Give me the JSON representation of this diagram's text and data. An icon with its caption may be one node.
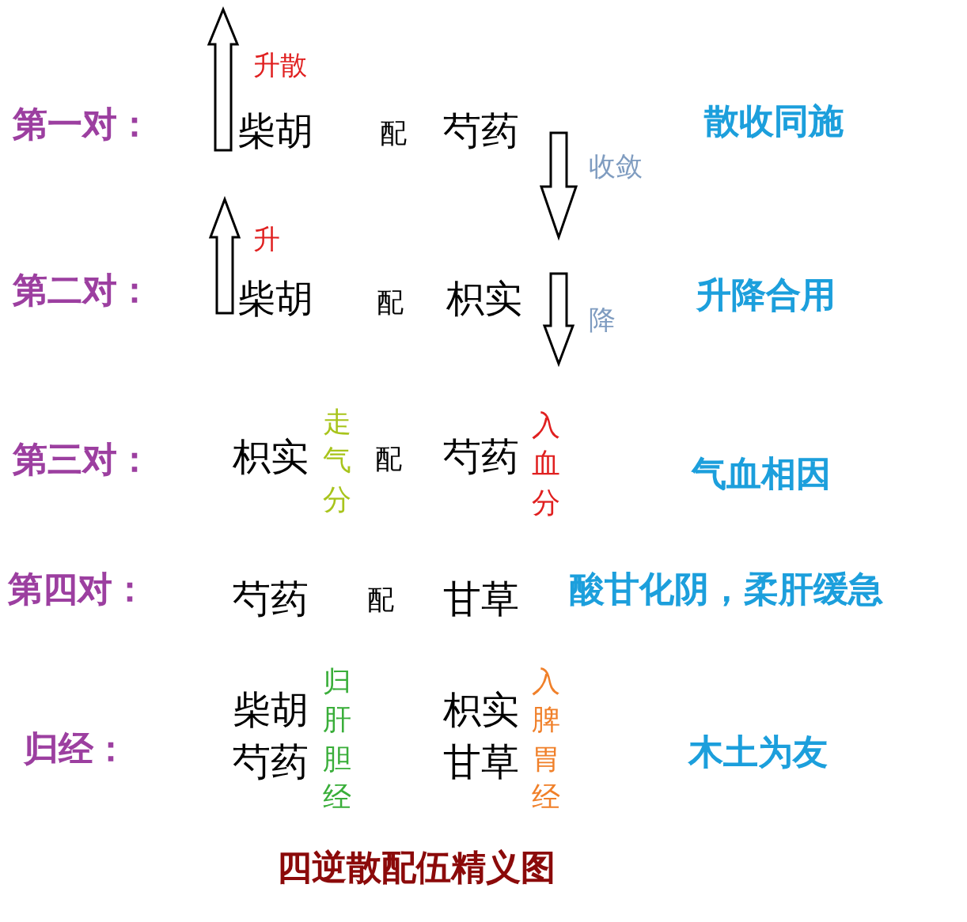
{
  "diagram": {
    "caption": "四逆散配伍精义图",
    "labels": [
      "升散",
      "第一对：",
      "柴胡",
      "配",
      "芍药",
      "散收同施",
      "收敛",
      "升",
      "第二对：",
      "柴胡",
      "配",
      "枳实",
      "升降合用",
      "降",
      "第三对：",
      "枳实",
      "走气分",
      "配",
      "芍药",
      "入血分",
      "气血相因",
      "第四对：",
      "芍药",
      "配",
      "甘草",
      "酸甘化阴，柔肝缓急",
      "归经：",
      "柴胡",
      "芍药",
      "归肝胆经",
      "枳实",
      "甘草",
      "入脾胃经",
      "木土为友"
    ]
  }
}
